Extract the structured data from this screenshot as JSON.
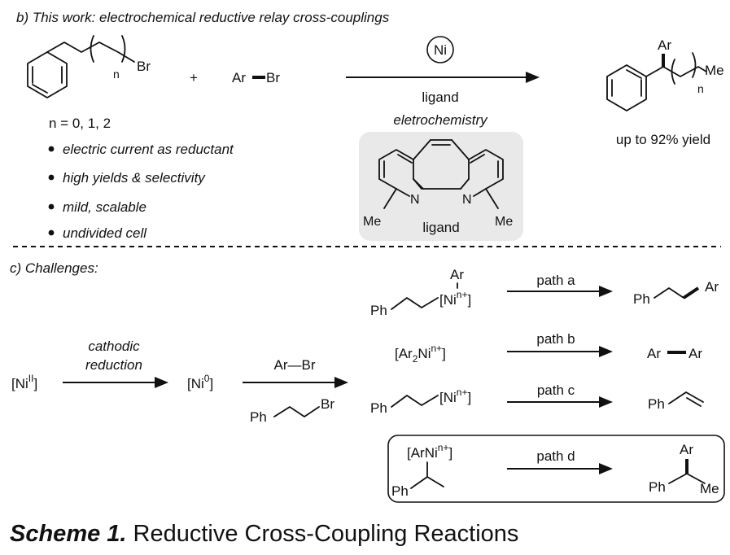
{
  "section_b": {
    "heading": "b) This work: electrochemical reductive relay cross-couplings",
    "reactant1": {
      "br": "Br",
      "n": "n"
    },
    "plus": "+",
    "reactant2": {
      "ar": "Ar",
      "br": "Br"
    },
    "catalyst": "Ni",
    "arrow_below": "ligand",
    "arrow_below2": "eletrochemistry",
    "ligand_box": {
      "n_left": "N",
      "n_right": "N",
      "me_left": "Me",
      "me_right": "Me",
      "caption": "ligand"
    },
    "product": {
      "ar": "Ar",
      "me": "Me",
      "n": "n"
    },
    "yield": "up to 92% yield",
    "n_values": "n = 0, 1, 2",
    "features": [
      "electric current as reductant",
      "high yields & selectivity",
      "mild, scalable",
      "undivided cell"
    ]
  },
  "section_c": {
    "heading": "c) Challenges:",
    "start": {
      "pre": "[Ni",
      "sup": "II",
      "post": "]"
    },
    "step1_above": "cathodic",
    "step1_above2": "reduction",
    "ni0": {
      "pre": "[Ni",
      "sup": "0",
      "post": "]"
    },
    "step2_above": "Ar—Br",
    "step2_below": {
      "ph": "Ph",
      "br": "Br"
    },
    "path_a": {
      "intermediate_ph": "Ph",
      "intermediate_ar": "Ar",
      "intermediate_ni": "[Ni",
      "intermediate_sup": "n+",
      "close": "]",
      "label": "path a",
      "product_ph": "Ph",
      "product_ar": "Ar"
    },
    "path_b": {
      "intermediate_pre": "[Ar",
      "intermediate_sub": "2",
      "intermediate_ni": "Ni",
      "intermediate_sup": "n+",
      "close": "]",
      "label": "path b",
      "product_left": "Ar",
      "product_right": "Ar"
    },
    "path_c": {
      "intermediate_ph": "Ph",
      "intermediate_ni": "[Ni",
      "intermediate_sup": "n+",
      "close": "]",
      "label": "path c",
      "product_ph": "Ph"
    },
    "path_d": {
      "intermediate_pre": "[ArNi",
      "intermediate_sup": "n+",
      "close": "]",
      "intermediate_ph": "Ph",
      "label": "path d",
      "product_ar": "Ar",
      "product_ph": "Ph",
      "product_me": "Me"
    }
  },
  "caption": {
    "label": "Scheme 1.",
    "text": " Reductive Cross-Coupling Reactions"
  }
}
